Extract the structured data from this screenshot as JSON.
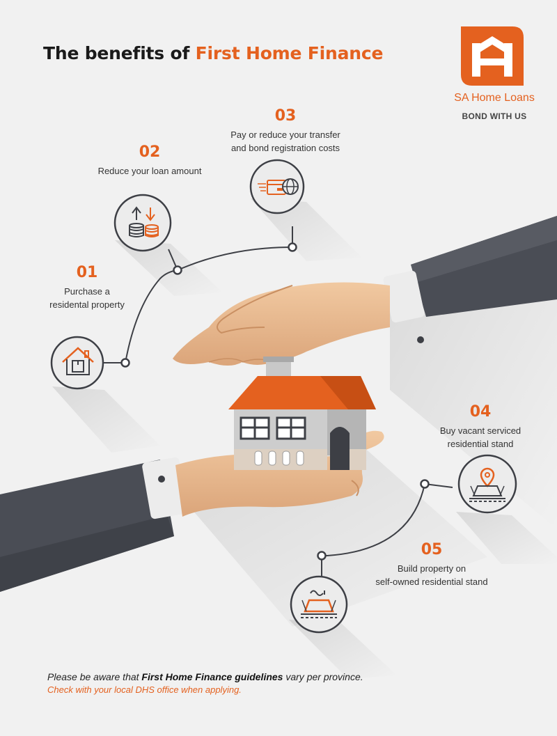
{
  "title": {
    "prefix": "The benefits of",
    "highlight": "First Home Finance"
  },
  "brand": {
    "name": "SA Home Loans",
    "tagline": "BOND WITH US",
    "logo_icon": "house-letter-h-icon",
    "color": "#e4611f"
  },
  "steps": [
    {
      "number": "01",
      "text_lines": [
        "Purchase a",
        "residental property"
      ],
      "icon": "house-box-icon"
    },
    {
      "number": "02",
      "text_lines": [
        "Reduce your loan amount"
      ],
      "icon": "coins-arrows-icon"
    },
    {
      "number": "03",
      "text_lines": [
        "Pay or reduce your transfer",
        "and bond registration costs"
      ],
      "icon": "card-globe-icon"
    },
    {
      "number": "04",
      "text_lines": [
        "Buy vacant serviced",
        "residential stand"
      ],
      "icon": "location-pin-stand-icon"
    },
    {
      "number": "05",
      "text_lines": [
        "Build property on",
        "self-owned residential stand"
      ],
      "icon": "stand-construction-icon"
    }
  ],
  "footnote": {
    "prefix": "Please be aware that",
    "emphasis": "First Home Finance guidelines",
    "suffix": "vary per province.",
    "line2": "Check with your local DHS office when applying."
  },
  "colors": {
    "accent": "#e4611f",
    "sleeve": "#4a4d55",
    "skin": "#e9b98f",
    "background": "#f1f1f1"
  }
}
